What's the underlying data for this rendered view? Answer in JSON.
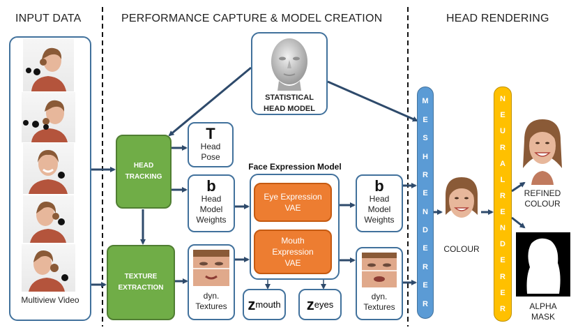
{
  "sections": {
    "input": "INPUT DATA",
    "capture": "PERFORMANCE CAPTURE & MODEL CREATION",
    "rendering": "HEAD RENDERING"
  },
  "input": {
    "caption": "Multiview Video"
  },
  "statistical_model": {
    "line1": "STATISTICAL",
    "line2": "HEAD MODEL"
  },
  "head_tracking": {
    "line1": "HEAD",
    "line2": "TRACKING"
  },
  "texture_extraction": {
    "line1": "TEXTURE",
    "line2": "EXTRACTION"
  },
  "pose": {
    "symbol": "T",
    "line1": "Head",
    "line2": "Pose"
  },
  "weights_in": {
    "symbol": "b",
    "line1": "Head",
    "line2": "Model",
    "line3": "Weights"
  },
  "textures_in": {
    "line1": "dyn.",
    "line2": "Textures"
  },
  "face_expression_model": {
    "title": "Face Expression Model",
    "eye_vae": {
      "line1": "Eye Expression",
      "line2": "VAE"
    },
    "mouth_vae": {
      "line1": "Mouth",
      "line2": "Expression",
      "line3": "VAE"
    }
  },
  "z_mouth": {
    "symbol": "z",
    "sub": "mouth"
  },
  "z_eyes": {
    "symbol": "z",
    "sub": "eyes"
  },
  "weights_out": {
    "symbol": "b",
    "line1": "Head",
    "line2": "Model",
    "line3": "Weights"
  },
  "textures_out": {
    "line1": "dyn.",
    "line2": "Textures"
  },
  "mesh_renderer": {
    "letters": [
      "M",
      "E",
      "S",
      "H",
      "R",
      "E",
      "N",
      "D",
      "E",
      "R",
      "E",
      "R"
    ]
  },
  "neural_renderer": {
    "letters": [
      "N",
      "E",
      "U",
      "R",
      "A",
      "L",
      "R",
      "E",
      "N",
      "D",
      "E",
      "R",
      "E",
      "R"
    ]
  },
  "colour": {
    "label": "COLOUR"
  },
  "refined_colour": {
    "line1": "REFINED",
    "line2": "COLOUR"
  },
  "alpha_mask": {
    "line1": "ALPHA",
    "line2": "MASK"
  },
  "colors": {
    "box_border": "#41719c",
    "green": "#70ad47",
    "orange": "#ed7d31",
    "mesh_bar": "#5b9bd5",
    "neural_bar": "#ffc000"
  }
}
